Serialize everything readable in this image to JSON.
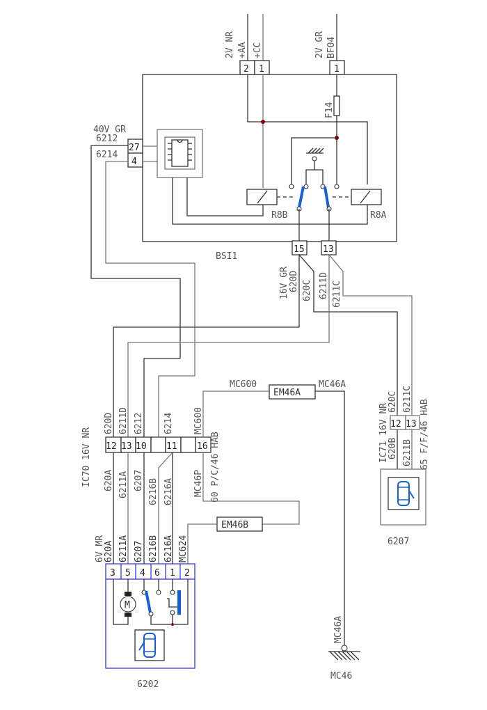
{
  "diagram": {
    "type": "wiring-schematic",
    "colors": {
      "wire": "#333333",
      "wire_gray": "#777777",
      "switch_blue": "#1560d6",
      "node": "#8b0000",
      "connector_outline_blue": "#2a2ad8"
    },
    "top_inputs": {
      "left_group": {
        "spec": "2V NR",
        "wires": [
          "+AA",
          "+CC"
        ],
        "pins": [
          "2",
          "1"
        ]
      },
      "right_group": {
        "spec": "2V GR",
        "wires": [
          "BF04"
        ],
        "pins": [
          "1"
        ]
      }
    },
    "bsi": {
      "label": "BSI1",
      "fuse": "F14",
      "relays": [
        "R8B",
        "R8A"
      ],
      "left_connector": {
        "spec": "40V GR",
        "pins": [
          {
            "pin": "27",
            "wire": "6212"
          },
          {
            "pin": "4",
            "wire": "6214"
          }
        ]
      },
      "bottom_connector": {
        "spec": "16V GR",
        "pins": [
          {
            "pin": "15",
            "wires": [
              "620D",
              "620C"
            ]
          },
          {
            "pin": "13",
            "wires": [
              "6211D",
              "6211C"
            ]
          }
        ]
      }
    },
    "ic70": {
      "label": "IC70 16V NR",
      "pins": [
        "12",
        "13",
        "10",
        "",
        "11",
        "",
        "16"
      ],
      "wires_above": [
        "620D",
        "6211D",
        "6212",
        "6214",
        "MC600"
      ],
      "wires_below": [
        "620A",
        "6211A",
        "6207",
        "6216B",
        "6216A",
        "MC46P"
      ],
      "side_note": "60 P/C/46 HAB"
    },
    "em46a": {
      "label": "EM46A",
      "wire_in": "MC600",
      "wire_out": "MC46A"
    },
    "em46b": {
      "label": "EM46B"
    },
    "ground": {
      "wire": "MC46A",
      "label": "MC46"
    },
    "ic71": {
      "label": "IC71 16V NR",
      "pins": [
        "12",
        "13"
      ],
      "wires_above": [
        "620C",
        "6211C"
      ],
      "wires_below": [
        "620B",
        "6211B"
      ],
      "side_note": "65 F/F/46 HAB"
    },
    "component_6207": {
      "label": "6207"
    },
    "component_6202": {
      "label": "6202",
      "spec": "6V MR",
      "wires": [
        "620A",
        "6211A",
        "6207",
        "6216B",
        "6216A",
        "MC624"
      ],
      "pins": [
        "3",
        "5",
        "4",
        "6",
        "1",
        "2"
      ],
      "motor_symbol": "M"
    }
  }
}
